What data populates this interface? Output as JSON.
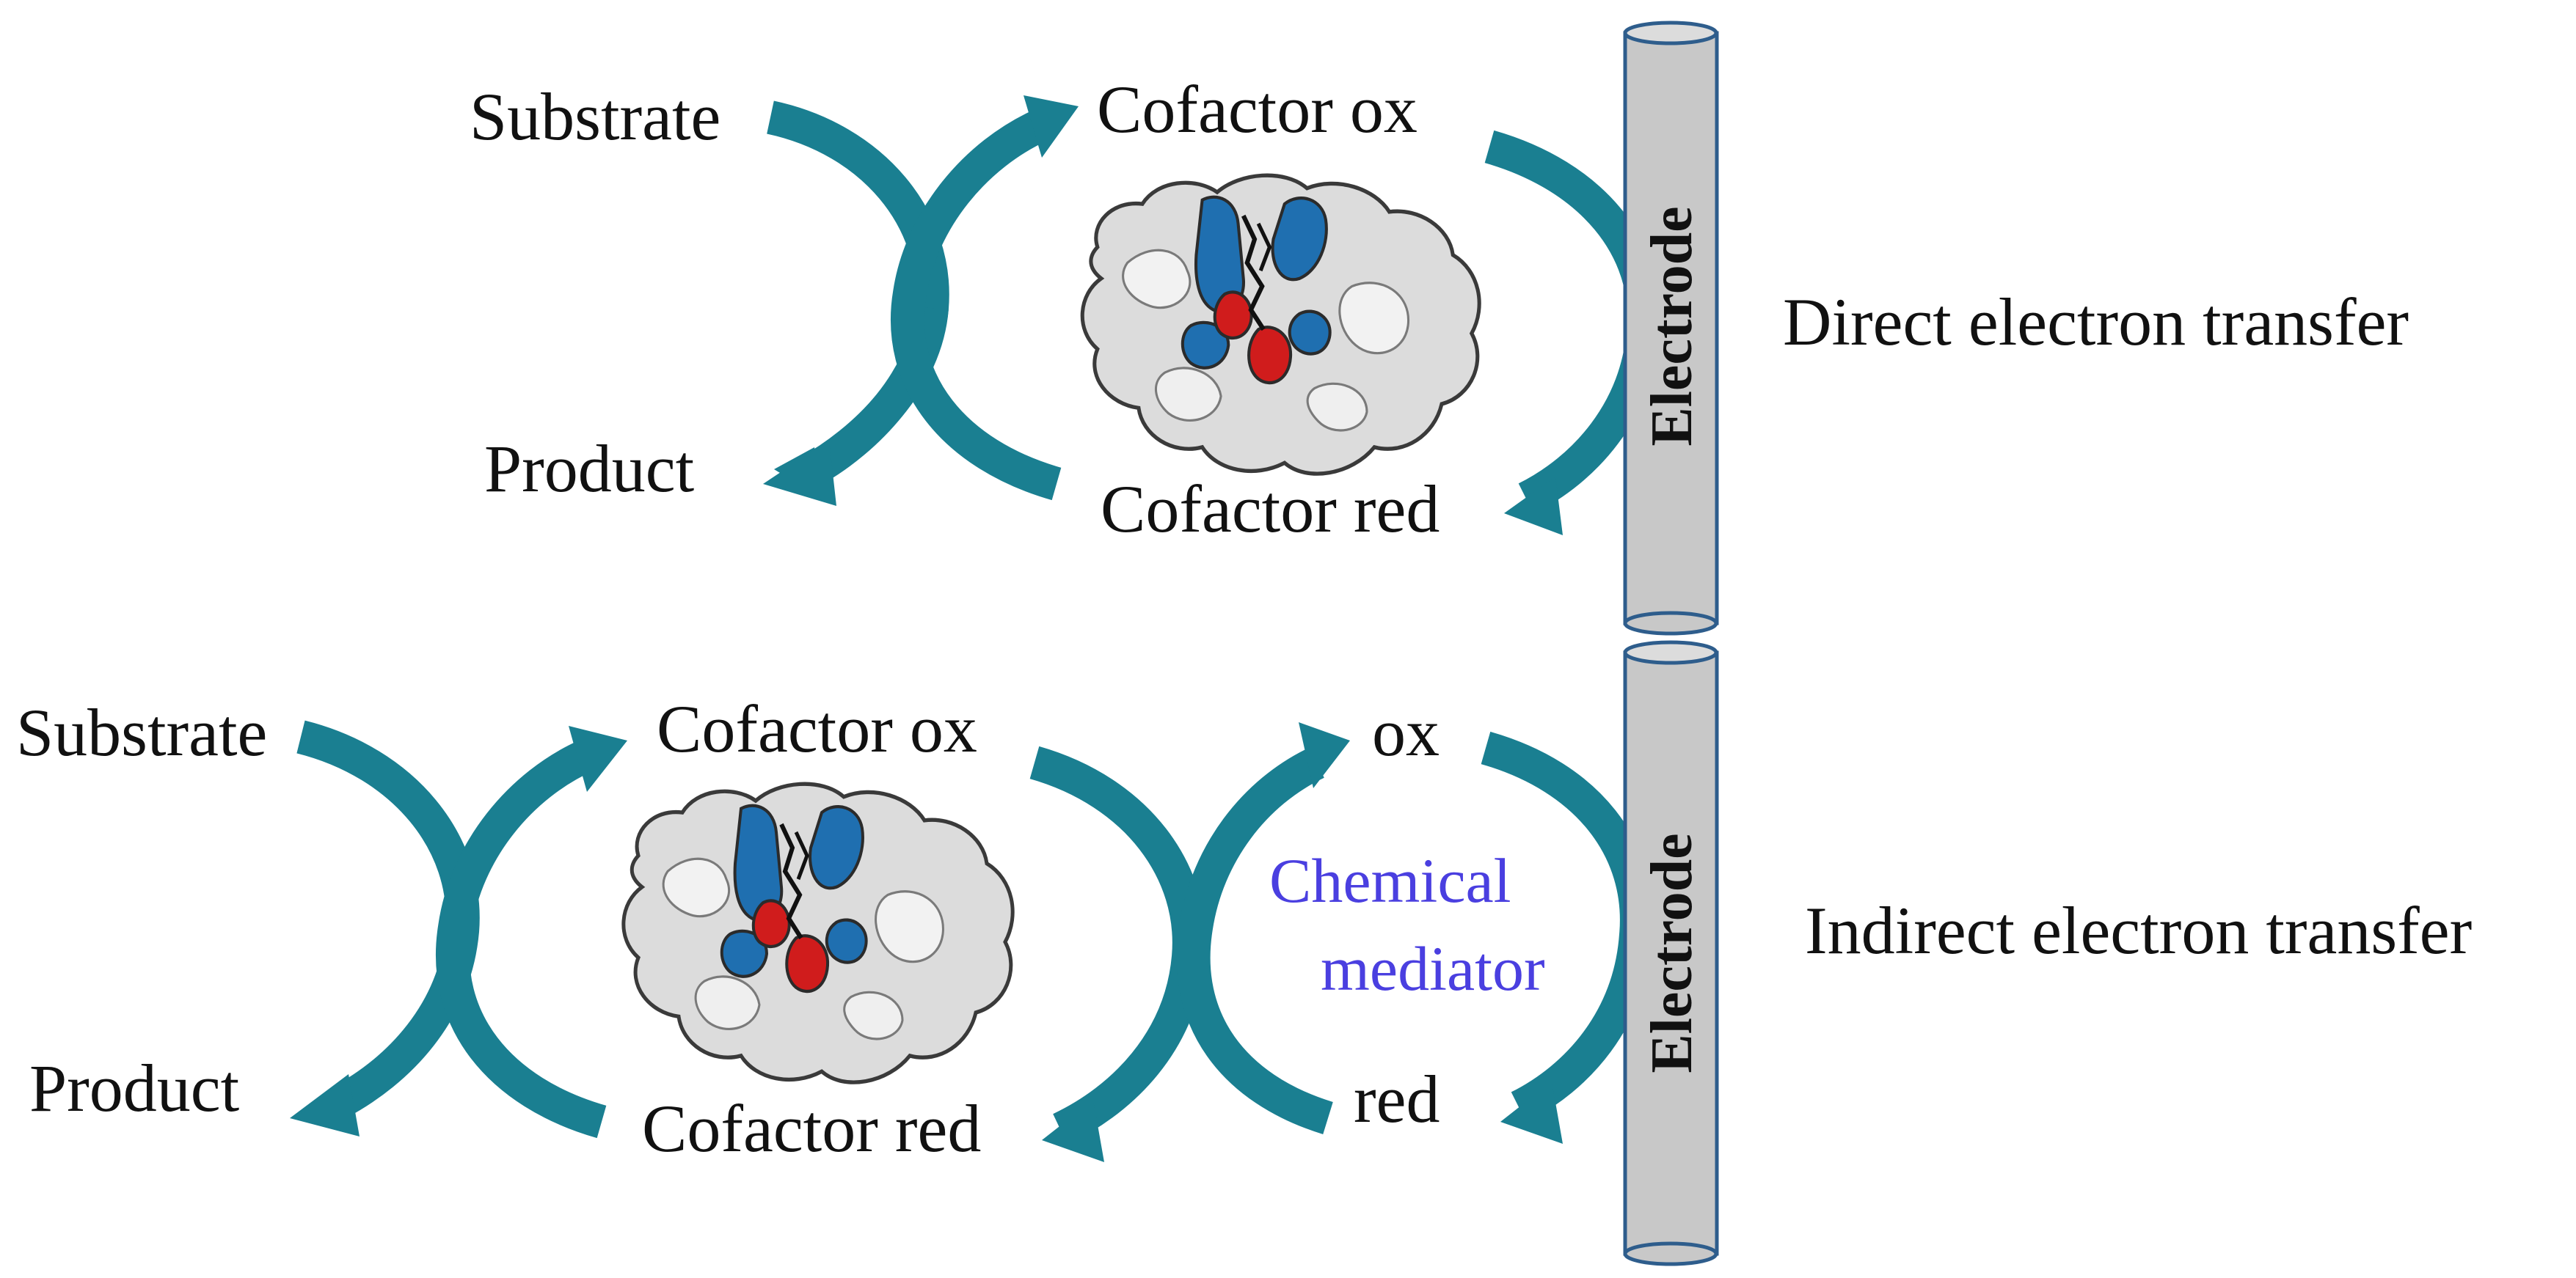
{
  "colors": {
    "arrow": "#1a7f91",
    "electrode_fill": "#c8c8c8",
    "electrode_stroke": "#2e5d8c",
    "mediator_text": "#4a3fe0",
    "protein_grey": "#d9d9d9",
    "protein_blue": "#1f6fb0",
    "protein_red": "#d01c1c"
  },
  "direct": {
    "substrate": "Substrate",
    "product": "Product",
    "cofactor_ox": "Cofactor  ox",
    "cofactor_red": "Cofactor  red",
    "electrode": "Electrode",
    "caption": "Direct  electron  transfer"
  },
  "indirect": {
    "substrate": "Substrate",
    "product": "Product",
    "cofactor_ox": "Cofactor  ox",
    "cofactor_red": "Cofactor  red",
    "mediator_ox": "ox",
    "mediator_red": "red",
    "mediator_line1": "Chemical",
    "mediator_line2": "mediator",
    "electrode": "Electrode",
    "caption": "Indirect  electron  transfer"
  },
  "icons": {
    "enzyme": "protein-surface-icon",
    "arrow": "curved-arrow-icon"
  }
}
